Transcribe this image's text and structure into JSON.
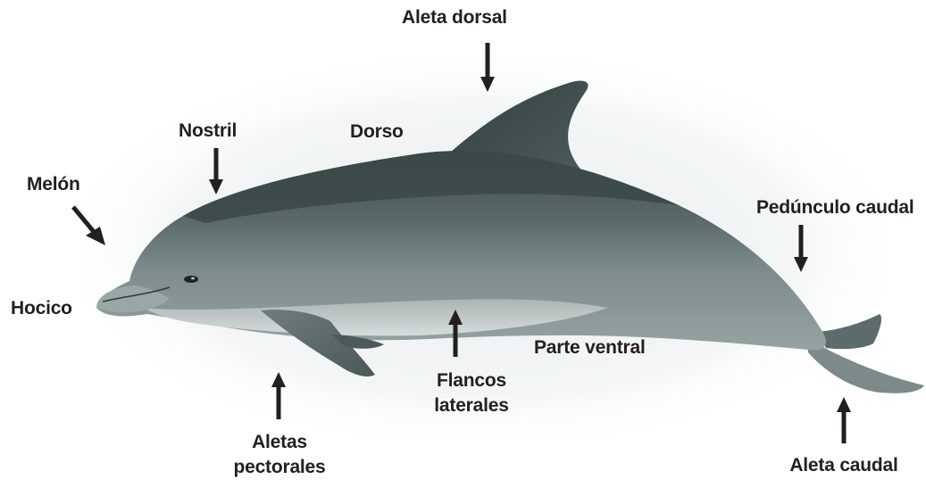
{
  "labels": {
    "aleta_dorsal": "Aleta dorsal",
    "nostril": "Nostril",
    "dorso": "Dorso",
    "melon": "Melón",
    "pedunculo_caudal": "Pedúnculo caudal",
    "hocico": "Hocico",
    "parte_ventral": "Parte ventral",
    "flancos_laterales": [
      "Flancos",
      "laterales"
    ],
    "aletas_pectorales": [
      "Aletas",
      "pectorales"
    ],
    "aleta_caudal": "Aleta caudal"
  },
  "colors": {
    "text": "#231f20",
    "arrow": "#231f20",
    "dorsal_dark": "#3f4d4d",
    "flank_mid": "#7d8c8c",
    "belly_light": "#cdd4d3",
    "background_haze": "#e9eeee"
  }
}
